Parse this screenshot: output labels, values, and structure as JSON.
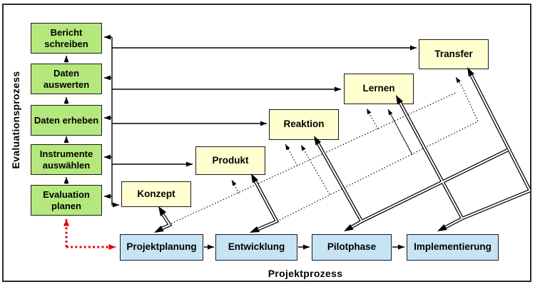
{
  "diagram": {
    "y_axis_label": "Evaluationsprozess",
    "x_axis_label": "Projektprozess",
    "evaluation_steps": [
      "Bericht schreiben",
      "Daten auswerten",
      "Daten erheben",
      "Instrumente auswählen",
      "Evaluation planen"
    ],
    "evaluation_objects": [
      "Konzept",
      "Produkt",
      "Reaktion",
      "Lernen",
      "Transfer"
    ],
    "project_phases": [
      "Projektplanung",
      "Entwicklung",
      "Pilotphase",
      "Implementierung"
    ],
    "colors": {
      "evaluation_step_fill": "#b5e87c",
      "evaluation_object_fill": "#ffffcf",
      "project_phase_fill": "#c7e4f5",
      "planning_feedback": "#e10000",
      "line": "#000000"
    },
    "connections": {
      "project_flow": [
        "Projektplanung",
        "Entwicklung",
        "Pilotphase",
        "Implementierung"
      ],
      "evaluation_flow": [
        "Evaluation planen",
        "Instrumente auswählen",
        "Daten erheben",
        "Daten auswerten",
        "Bericht schreiben"
      ],
      "step_object_links": [
        [
          "Evaluation planen",
          "Konzept"
        ],
        [
          "Instrumente auswählen",
          "Produkt"
        ],
        [
          "Daten erheben",
          "Reaktion"
        ],
        [
          "Daten auswerten",
          "Lernen"
        ],
        [
          "Bericht schreiben",
          "Transfer"
        ]
      ],
      "direct_exchange_links": [
        [
          "Projektplanung",
          "Konzept"
        ],
        [
          "Entwicklung",
          "Produkt"
        ],
        [
          "Pilotphase",
          "Reaktion"
        ],
        [
          "Implementierung",
          "Lernen"
        ],
        [
          "Implementierung",
          "Transfer"
        ]
      ],
      "indirect_influence_links": [
        [
          "Projektplanung",
          "Produkt"
        ],
        [
          "Projektplanung",
          "Reaktion"
        ],
        [
          "Projektplanung",
          "Lernen"
        ],
        [
          "Projektplanung",
          "Transfer"
        ],
        [
          "Entwicklung",
          "Reaktion"
        ],
        [
          "Entwicklung",
          "Lernen"
        ],
        [
          "Entwicklung",
          "Transfer"
        ]
      ],
      "planning_feedback_link": [
        "Projektplanung",
        "Evaluation planen"
      ]
    }
  }
}
